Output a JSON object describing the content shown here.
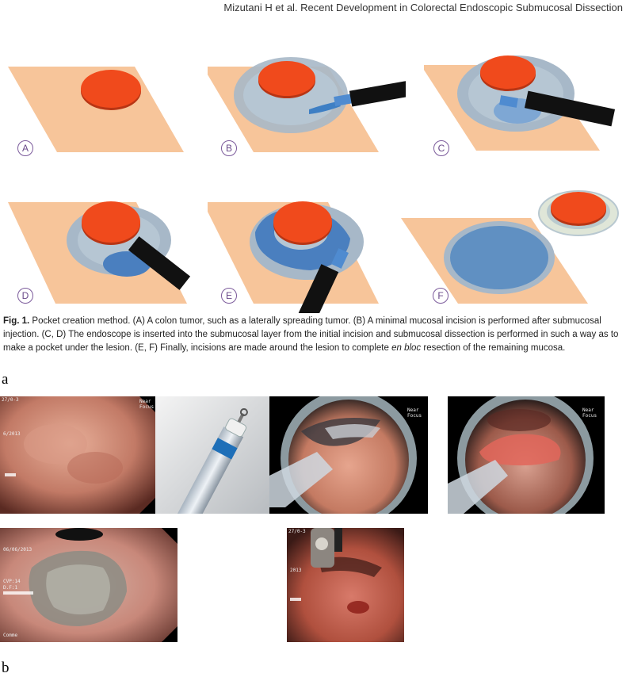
{
  "header": {
    "citation": "Mizutani H et al. Recent Development in Colorectal Endoscopic Submucosal Dissection"
  },
  "panels": [
    {
      "label": "A"
    },
    {
      "label": "B"
    },
    {
      "label": "C"
    },
    {
      "label": "D"
    },
    {
      "label": "E"
    },
    {
      "label": "F"
    }
  ],
  "caption": {
    "fig_label": "Fig. 1.",
    "text_1": " Pocket creation method. (A) A colon tumor, such as a laterally spreading tumor. (B) A minimal mucosal incision is performed after submucosal injection. (C, D) The endoscope is inserted into the submucosal layer from the initial incision and submucosal dissection is performed in such a way as to make a pocket under the lesion. (E, F) Finally, incisions are made around the lesion to complete ",
    "italic": "en bloc",
    "text_2": " resection of the remaining mucosa."
  },
  "section_labels": {
    "a": "a",
    "b": "b"
  },
  "photo_overlays": {
    "p1_top": "27/0-3",
    "p1_mode": "Near Focus",
    "p1_date": "6/2013",
    "p3_mode": "Near Focus",
    "p4_mode": "Near Focus",
    "p5_date": "06/06/2013",
    "p5_cv": "CVP:14",
    "p5_df": "D.F:1",
    "p5_comment": "Comme",
    "p6_top": "27/0-3",
    "p6_date": "2013"
  },
  "colors": {
    "sheet": "#f7c59a",
    "tumor": "#f04a1c",
    "injection": "#9ab5c8",
    "pocket": "#4f86c0",
    "scope": "#111111",
    "label_ring": "#7b5a9b"
  }
}
